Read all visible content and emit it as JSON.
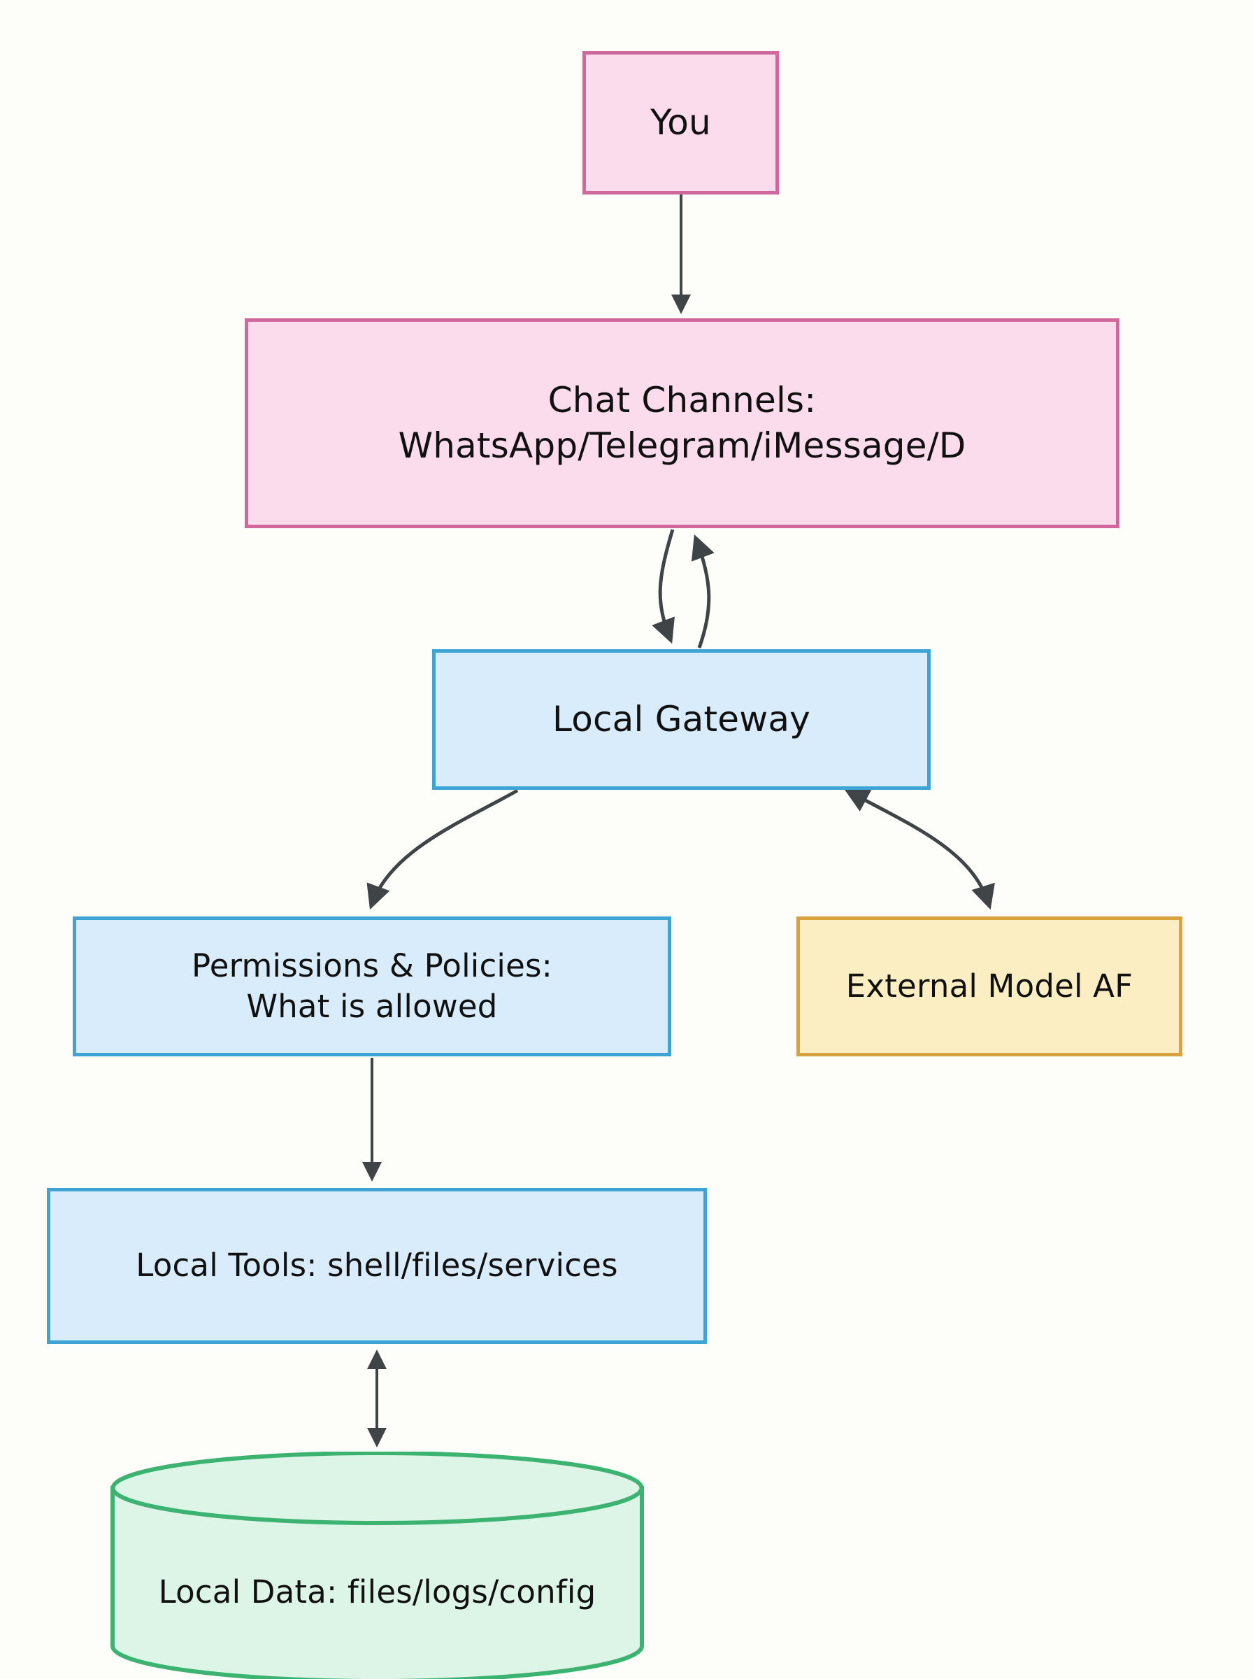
{
  "diagram": {
    "type": "flowchart",
    "orientation": "top-down",
    "background_color": "#fdfdfa",
    "edge_color": "#3f4447",
    "nodes": [
      {
        "id": "you",
        "label": "You",
        "shape": "rectangle",
        "fill": "#fadcec",
        "stroke": "#d0689e"
      },
      {
        "id": "chat",
        "label": "Chat Channels:\nWhatsApp/Telegram/iMessage/D",
        "shape": "rectangle",
        "fill": "#fadcec",
        "stroke": "#d0689e"
      },
      {
        "id": "gateway",
        "label": "Local Gateway",
        "shape": "rectangle",
        "fill": "#d9ecfb",
        "stroke": "#3ea4d4"
      },
      {
        "id": "permissions",
        "label": "Permissions & Policies:\nWhat is allowed",
        "shape": "rectangle",
        "fill": "#d9ecfb",
        "stroke": "#3ea4d4"
      },
      {
        "id": "external",
        "label": "External Model AF",
        "shape": "rectangle",
        "fill": "#fceec3",
        "stroke": "#d8a23f"
      },
      {
        "id": "tools",
        "label": "Local Tools: shell/files/services",
        "shape": "rectangle",
        "fill": "#d9ecfb",
        "stroke": "#3ea4d4"
      },
      {
        "id": "data",
        "label": "Local Data: files/logs/config",
        "shape": "cylinder",
        "fill": "#ddf5e7",
        "stroke": "#3cb371"
      }
    ],
    "edges": [
      {
        "from": "you",
        "to": "chat",
        "direction": "forward",
        "style": "straight"
      },
      {
        "from": "chat",
        "to": "gateway",
        "direction": "forward",
        "style": "curved"
      },
      {
        "from": "gateway",
        "to": "chat",
        "direction": "forward",
        "style": "curved"
      },
      {
        "from": "gateway",
        "to": "permissions",
        "direction": "forward",
        "style": "curved"
      },
      {
        "from": "gateway",
        "to": "external",
        "direction": "bidirectional",
        "style": "curved"
      },
      {
        "from": "permissions",
        "to": "tools",
        "direction": "forward",
        "style": "straight"
      },
      {
        "from": "tools",
        "to": "data",
        "direction": "bidirectional",
        "style": "straight"
      }
    ]
  }
}
